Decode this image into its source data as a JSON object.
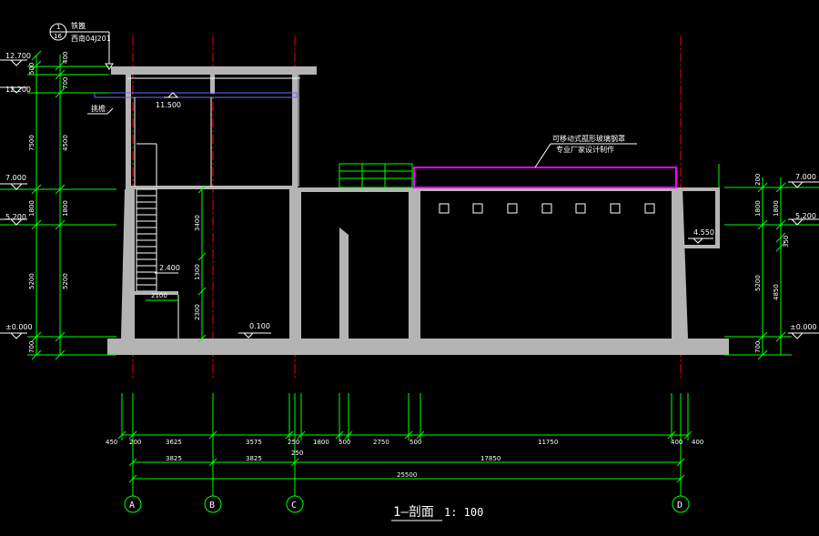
{
  "title": {
    "main": "1—剖面",
    "scale": "1: 100"
  },
  "detail_ref": {
    "top": "1",
    "bottom": "16",
    "line1": "铁篦",
    "line2": "西南04J201"
  },
  "notes": {
    "roof_cover_line1": "可移动式孤形玻璃钢罩",
    "roof_cover_line2": "专业厂家设计制作",
    "left_label": "挑檐"
  },
  "axes": [
    "A",
    "B",
    "C",
    "D"
  ],
  "levels_left": [
    "12.700",
    "12.200",
    "7.000",
    "5.200",
    "±0.000"
  ],
  "levels_right": [
    "7.000",
    "5.200",
    "±0.000"
  ],
  "inner_levels": [
    "11.500",
    "2.400",
    "0.100",
    "4.550"
  ],
  "dims_left_outer": [
    "500",
    "7500",
    "1800",
    "5200",
    "700"
  ],
  "dims_left_inner": [
    "400",
    "700",
    "4500",
    "1800",
    "5200"
  ],
  "dims_stair": [
    "3400",
    "1300",
    "2300",
    "2100"
  ],
  "dims_right_outer": [
    "200",
    "1800",
    "5200",
    "700"
  ],
  "dims_right_inner": [
    "1800",
    "350",
    "4850"
  ],
  "dims_bottom_row1": [
    "450",
    "200",
    "3625",
    "3575",
    "250",
    "1800",
    "500",
    "2750",
    "500",
    "11750",
    "400",
    "400"
  ],
  "dims_bottom_row2": [
    "3825",
    "3825",
    "17850"
  ],
  "dims_bottom_mid": "250",
  "dims_bottom_total": "25500"
}
